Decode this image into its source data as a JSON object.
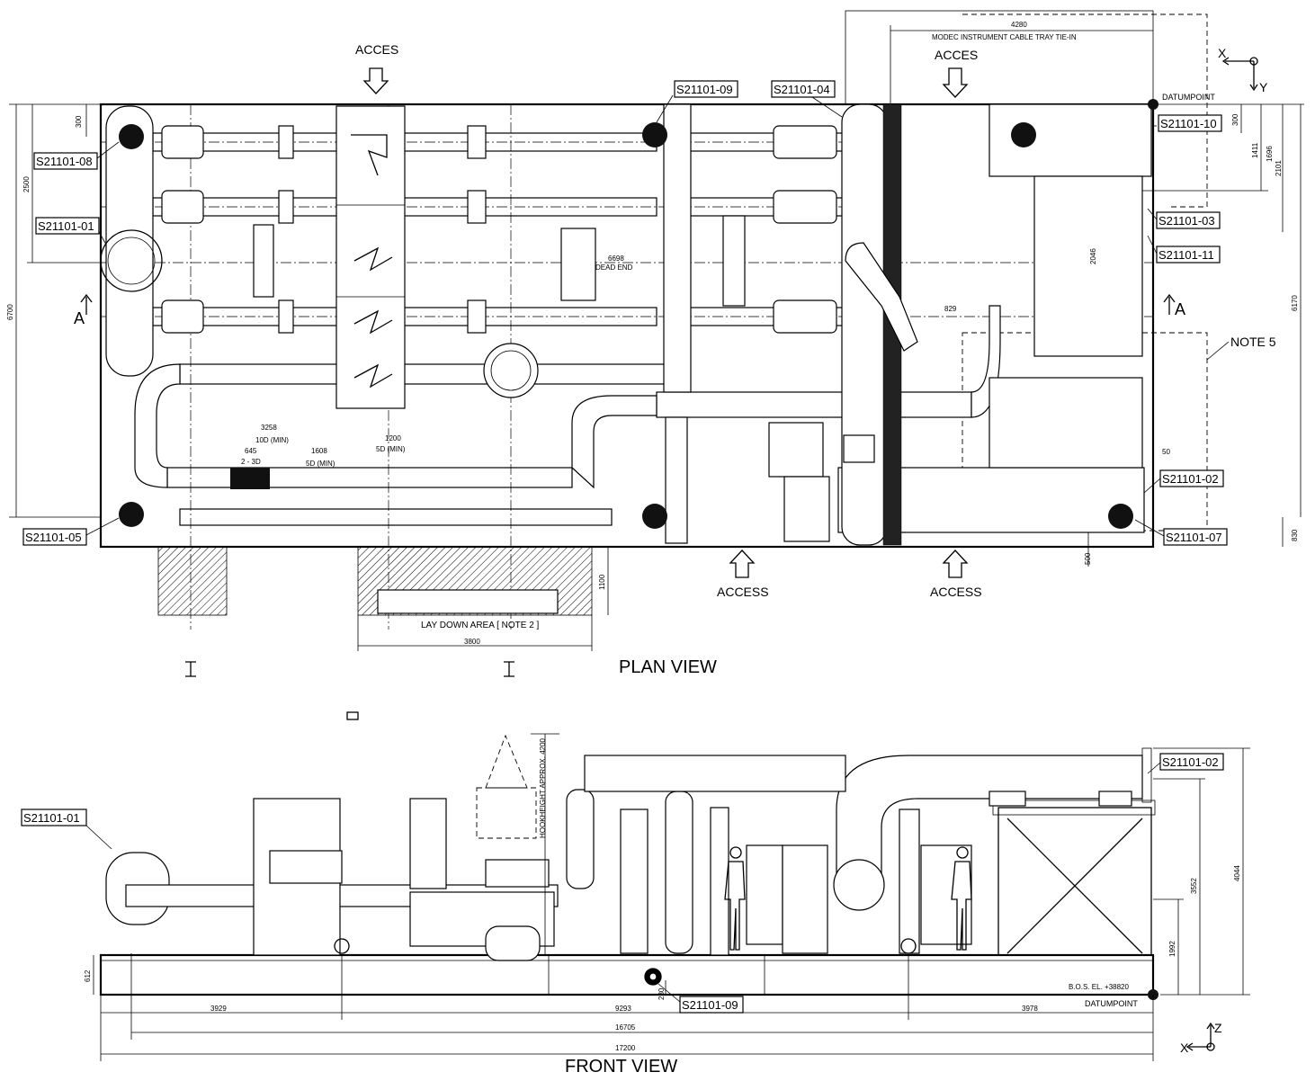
{
  "views": {
    "plan": {
      "title": "PLAN VIEW",
      "access_labels": [
        "ACCES",
        "ACCES",
        "ACCESS",
        "ACCESS"
      ],
      "section_marks": [
        "A",
        "A"
      ],
      "note_5": "NOTE 5",
      "datum_label": "DATUMPOINT",
      "cable_tray_label": "MODEC INSTRUMENT CABLE TRAY TIE-IN",
      "laydown_label": "LAY DOWN AREA [ NOTE 2 ]",
      "dead_end_label": "DEAD END",
      "axes": {
        "x": "X",
        "y": "Y"
      }
    },
    "front": {
      "title": "FRONT VIEW",
      "hook_height_label": "HOOKHEIGHT APPROX. 4200",
      "bos_label": "B.O.S. EL. +38820",
      "datum_label": "DATUMPOINT",
      "axes": {
        "x": "X",
        "z": "Z"
      }
    }
  },
  "equipment_tags": {
    "s08": "S21101-08",
    "s01_plan": "S21101-01",
    "s05": "S21101-05",
    "s09_plan": "S21101-09",
    "s04": "S21101-04",
    "s10": "S21101-10",
    "s03": "S21101-03",
    "s11": "S21101-11",
    "s02_plan": "S21101-02",
    "s07": "S21101-07",
    "s01_front": "S21101-01",
    "s02_front": "S21101-02",
    "s09_front": "S21101-09"
  },
  "dimensions": {
    "d4280": "4280",
    "d300": "300",
    "d1411": "1411",
    "d1696": "1696",
    "d2101": "2101",
    "d2046": "2046",
    "d6170": "6170",
    "d6700": "6700",
    "d2500": "2500",
    "d6698": "6698",
    "d829": "829",
    "d3258": "3258",
    "d10d": "10D (MIN)",
    "d645": "645",
    "d1608": "1608",
    "d1200": "1200",
    "d2_3d": "2 - 3D",
    "d5d_a": "5D (MIN)",
    "d5d_b": "5D (MIN)",
    "d50": "50",
    "d500": "500",
    "d830": "830",
    "d1100": "1100",
    "d3800": "3800",
    "d4044": "4044",
    "d3552": "3552",
    "d1992": "1992",
    "d612": "612",
    "d3929": "3929",
    "d9293": "9293",
    "d3978": "3978",
    "d16705": "16705",
    "d17200": "17200",
    "d280": "280"
  }
}
